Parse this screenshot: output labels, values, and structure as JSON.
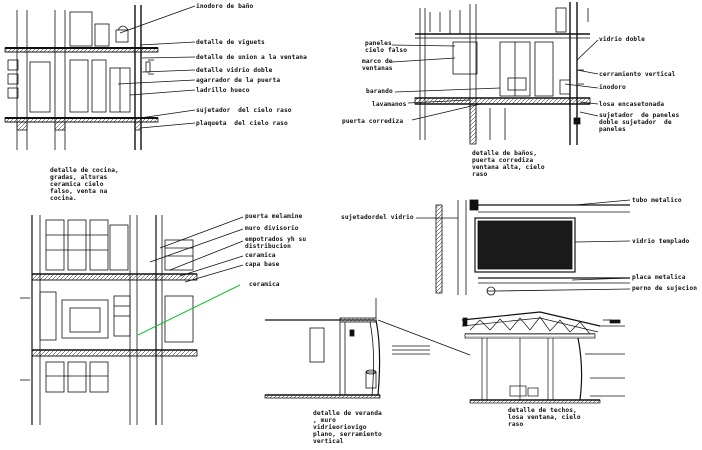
{
  "colors": {
    "line": "#111111",
    "leader_green": "#1fbf3a",
    "glass": "#1a1a1a"
  },
  "panel_top_left": {
    "labels": {
      "l1": "inodoro de baño",
      "l2": "detalle de viguets",
      "l3": "detalle de union a la ventana",
      "l4": "detalle vidrio doble",
      "l5": "agarrador de la puerta",
      "l6": "ladrillo hueco",
      "l7": "sujetador  del cielo raso",
      "l8": "plaqueta  del cielo raso"
    }
  },
  "panel_top_right": {
    "labels": {
      "panels": "paneles\ncielo falso",
      "marco": "marco de\nventanas",
      "barando": "barando",
      "lavamanos": "lavamanos",
      "puerta": "puerta corrediza",
      "vidrio": "vidrio doble",
      "cerramiento": "cerramiento vertical",
      "inodoro": "inodoro",
      "losa": "losa encasetonada",
      "sujetador": "sujetador  de paneles\ndoble sujetador  de\npaneles"
    },
    "caption": "detalle de baños,\npuerta corrediza\nventana alta, cielo\nraso"
  },
  "panel_bottom_left": {
    "caption": "detalle de cocina,\ngradas, alturas\nceramica cielo\nfalso, venta na\ncocina.",
    "labels": {
      "melamine": "puerta melamine",
      "muro": "muro divisorio",
      "empotrados": "empotrados yh su\ndistribucion",
      "ceramica1": "ceramica",
      "capa": "capa base",
      "ceramica2": "ceramica"
    }
  },
  "panel_right_window": {
    "labels": {
      "sujetador": "sujetadordel vidrio",
      "tubo": "tubo metalico",
      "templado": "vidrio templado",
      "placa": "placa metalica",
      "perno": "perno de sujecion"
    }
  },
  "panel_bottom_mid": {
    "caption": "detalle de veranda\n, muro\nvidrieoriovigo\nplano, serramiento\nvertical"
  },
  "panel_bottom_right": {
    "caption": "detalle de techos,\nlosa ventana, cielo\nraso"
  }
}
